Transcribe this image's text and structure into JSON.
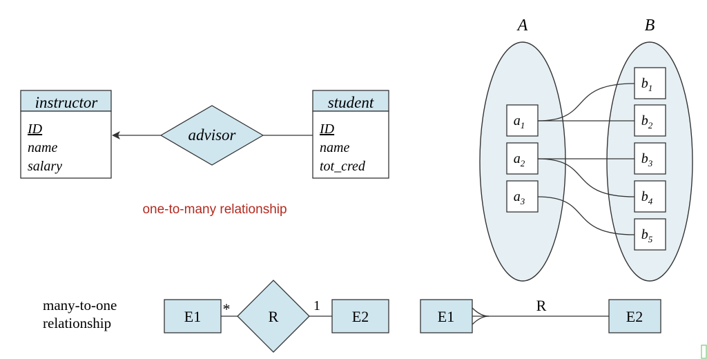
{
  "er_diagram": {
    "left_entity": {
      "name": "instructor",
      "attributes": [
        "ID",
        "name",
        "salary"
      ],
      "primary_key": "ID"
    },
    "relationship": "advisor",
    "right_entity": {
      "name": "student",
      "attributes": [
        "ID",
        "name",
        "tot_cred"
      ],
      "primary_key": "ID"
    },
    "caption": "one-to-many relationship"
  },
  "mapping": {
    "set_a_label": "A",
    "set_b_label": "B",
    "a_elements": [
      {
        "base": "a",
        "sub": "1"
      },
      {
        "base": "a",
        "sub": "2"
      },
      {
        "base": "a",
        "sub": "3"
      }
    ],
    "b_elements": [
      {
        "base": "b",
        "sub": "1"
      },
      {
        "base": "b",
        "sub": "2"
      },
      {
        "base": "b",
        "sub": "3"
      },
      {
        "base": "b",
        "sub": "4"
      },
      {
        "base": "b",
        "sub": "5"
      }
    ],
    "links": [
      [
        "a1",
        "b1"
      ],
      [
        "a1",
        "b2"
      ],
      [
        "a2",
        "b3"
      ],
      [
        "a2",
        "b4"
      ],
      [
        "a3",
        "b5"
      ]
    ]
  },
  "notation": {
    "caption_line1": "many-to-one",
    "caption_line2": "relationship",
    "e1": "E1",
    "r": "R",
    "e2": "E2",
    "mult_left": "*",
    "mult_right": "1",
    "crowsfoot_e1": "E1",
    "crowsfoot_r": "R",
    "crowsfoot_e2": "E2"
  },
  "colors": {
    "entity_fill": "#cfe6ef",
    "set_fill": "#e6f0f4",
    "caption_red": "#b22a1f",
    "stroke": "#333333"
  }
}
